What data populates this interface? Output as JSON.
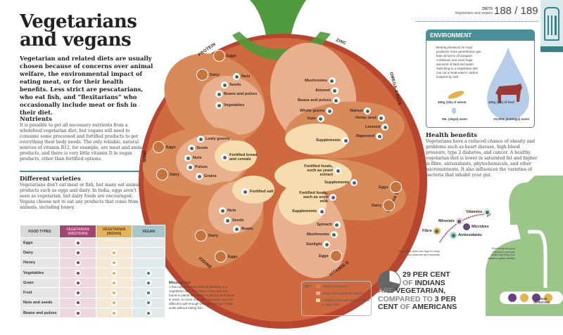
{
  "header": {
    "section": "DIETS",
    "subtitle": "Vegetarians and vegans",
    "pages": "188 / 189",
    "tab_icon": "cutlery-icon"
  },
  "title": "Vegetarians and vegans",
  "intro": "Vegetarian and related diets are usually chosen because of concerns over animal welfare, the environmental impact of eating meat, or for their health benefits. Less strict are pescatarians, who eat fish, and “flexitarians” who occasionally include meat or fish in their diet.",
  "nutrients": {
    "heading": "Nutrients",
    "text": "It is possible to get all necessary nutrients from a wholefood vegetarian diet, but vegans will need to consume some processed and fortified products to get everything their body needs. The only reliable, natural sources of vitamin B12, for example, are meat and animal products, and there is very little vitamin D in vegan products, other than fortified options."
  },
  "varieties": {
    "heading": "Different varieties",
    "text": "Vegetarians don't eat meat or fish, but many eat animal products such as eggs and dairy. In India, eggs aren't seen as vegetarian, but dairy foods are encouraged. Vegans choose not to eat any products that come from animals, including honey."
  },
  "table": {
    "headers": [
      "FOOD TYPES",
      "VEGETARIAN (WESTERN)",
      "VEGETARIAN (INDIAN)",
      "VEGAN"
    ],
    "header_colors": [
      "#d9d9d9",
      "#a0466f",
      "#e3b45c",
      "#a9c6cb"
    ],
    "rows": [
      {
        "food": "Eggs",
        "western": true,
        "indian": false,
        "vegan": false,
        "icon": "egg-icon"
      },
      {
        "food": "Dairy",
        "western": true,
        "indian": true,
        "vegan": false,
        "icon": "milk-bottle-icon"
      },
      {
        "food": "Honey",
        "western": true,
        "indian": true,
        "vegan": false,
        "icon": "honey-drop-icon"
      },
      {
        "food": "Vegetables",
        "western": true,
        "indian": true,
        "vegan": true,
        "icon": "vegetable-icon"
      },
      {
        "food": "Grain",
        "western": true,
        "indian": true,
        "vegan": true,
        "icon": "grain-icon"
      },
      {
        "food": "Fruit",
        "western": true,
        "indian": true,
        "vegan": true,
        "icon": "fruit-icon"
      },
      {
        "food": "Nuts and seeds",
        "western": true,
        "indian": true,
        "vegan": true,
        "icon": "nut-icon"
      },
      {
        "food": "Beans and pulses",
        "western": true,
        "indian": true,
        "vegan": true,
        "icon": "beans-icon"
      }
    ]
  },
  "tomato": {
    "nutrients": [
      "PROTEIN",
      "ZINC",
      "OMEGA-3 FATS",
      "IRON",
      "VITAMIN B12",
      "IODINE",
      "VITAMIN D"
    ],
    "protein": [
      "Eggs",
      "Dairy",
      "Nuts",
      "Seeds",
      "Beans and pulses",
      "Vegetables"
    ],
    "iron": [
      "Leafy greens",
      "Seeds",
      "Nuts",
      "Pulses",
      "Grains",
      "Eggs",
      "Dairy",
      "Fortified bread and cereals"
    ],
    "iodine": [
      "Fortified salt",
      "Nuts",
      "Seeds",
      "Beans",
      "Dairy",
      "Eggs"
    ],
    "zinc": [
      "Mushrooms",
      "Almond",
      "Beans and pulses",
      "Whole grains",
      "Kale"
    ],
    "omega": [
      "Walnut",
      "Hemp seed",
      "Linseed",
      "Rapeseed",
      "Supplements"
    ],
    "b12": [
      "Fortified foods, such as yeast extract",
      "Supplements",
      "Eggs",
      "Dairy"
    ],
    "vitd": [
      "Fortified foods, such as soya milk",
      "Supplements",
      "Spinach",
      "Mushrooms",
      "Sunlight",
      "Eggs"
    ],
    "colors": {
      "skin": "#c9603a",
      "rim": "#b8452f",
      "vegetarian": "#d98a5a",
      "vegan": "#eab58c",
      "fortified": "#f6dcae",
      "stem": "#4f9a3c"
    }
  },
  "missing": {
    "heading": "Missing out",
    "text": "A few nutrients need special attention in a vegetarian diet. The forms of iron and zinc found in plants are harder to absorb than those in meat, so more must be consumed, and it is difficult to get enough essential omega-3 fatty acids without eating fish."
  },
  "key": {
    "title": "KEY",
    "items": [
      {
        "label": "Vegetarian options",
        "color": "#d9804f"
      },
      {
        "label": "Vegan and vegetarian options",
        "color": "#e9b08e"
      },
      {
        "label": "Fortified foods and supplements to a vegan diet",
        "color": "#f6dcae"
      }
    ]
  },
  "stat": {
    "l1a": "29 PER CENT",
    "l2a": "OF ",
    "l2b": "INDIANS",
    "l3a": "ARE ",
    "l3b": "VEGETARIAN,",
    "l4a": "COMPARED TO ",
    "l4b": "3 PER",
    "l5a": "CENT",
    "l5b": " OF ",
    "l5c": "AMERICANS",
    "pie_fraction": 0.29
  },
  "environment": {
    "heading": "ENVIRONMENT",
    "text": "Rearing livestock for food produces more greenhouse gas than all forms of transport combined, and uses huge amounts of land and water. Switching to a vegetarian diet can cut a meat-eater's carbon footprint by half.",
    "wheat": "450g (1lb) of wheat",
    "beef": "450g (1lb) of beef",
    "wheat_water": "95L (25gal) water",
    "beef_water": "19,000L (5,000gal) water"
  },
  "health": {
    "heading": "Health benefits",
    "text": "Vegetarians have a reduced chance of obesity and problems such as heart disease, high blood pressure, type 2 diabetes, and cancer. A healthy vegetarian diet is lower in saturated fat and higher in fibre, antioxidants, phytochemicals, and other micronutrients. It also influences the varieties of bacteria that inhabit your gut."
  },
  "gut": {
    "labels": [
      "Vitamins",
      "Minerals",
      "Microbes",
      "Fibre",
      "Antioxidants"
    ],
    "note": "Vegetarian diets are high in many key vitamins and minerals",
    "fibre_note": "Fibre feeds the good bacteria in your gut, which help keep your digestive system healthy",
    "intestine": "LARGE INTESTINE",
    "body_color": "#9cc58a"
  }
}
